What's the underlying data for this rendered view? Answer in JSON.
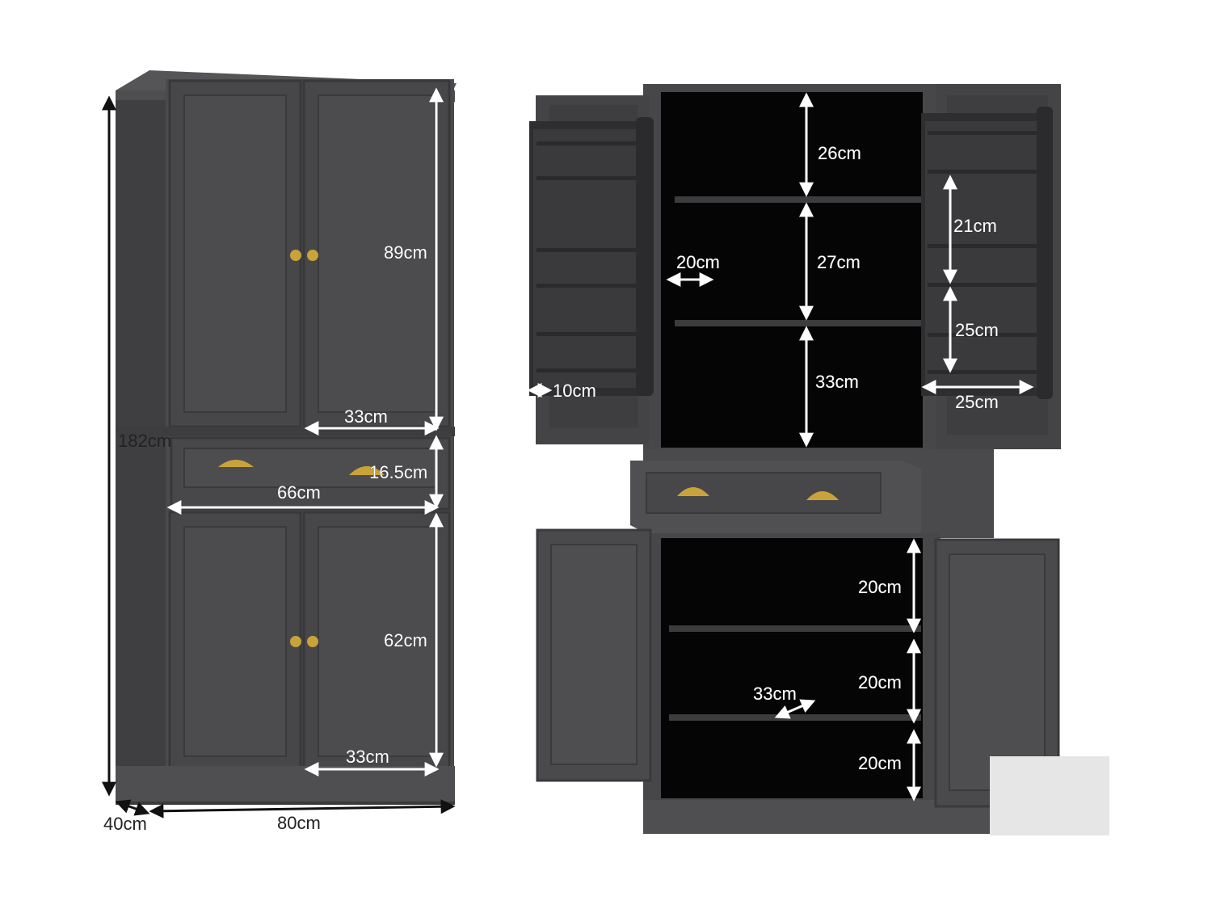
{
  "colors": {
    "cabinet": "#4a4a4d",
    "cabinet_dark": "#3c3c3f",
    "interior": "#050505",
    "handle": "#c9a33a",
    "dimension_line": "#ffffff"
  },
  "closed_view": {
    "height_total": "182cm",
    "width": "80cm",
    "depth": "40cm",
    "upper_cabinet_height": "89cm",
    "upper_door_width": "33cm",
    "drawer_height": "16.5cm",
    "drawer_width": "66cm",
    "lower_cabinet_height": "62cm",
    "lower_door_width": "33cm"
  },
  "open_view": {
    "upper_shelf_top": "26cm",
    "upper_shelf_middle": "27cm",
    "upper_shelf_bottom": "33cm",
    "upper_shelf_depth": "20cm",
    "door_rack_depth": "10cm",
    "door_rack_gap_1": "21cm",
    "door_rack_gap_2": "25cm",
    "door_rack_width": "25cm",
    "lower_shelf_1": "20cm",
    "lower_shelf_2": "20cm",
    "lower_shelf_3": "20cm",
    "lower_shelf_depth": "33cm"
  }
}
